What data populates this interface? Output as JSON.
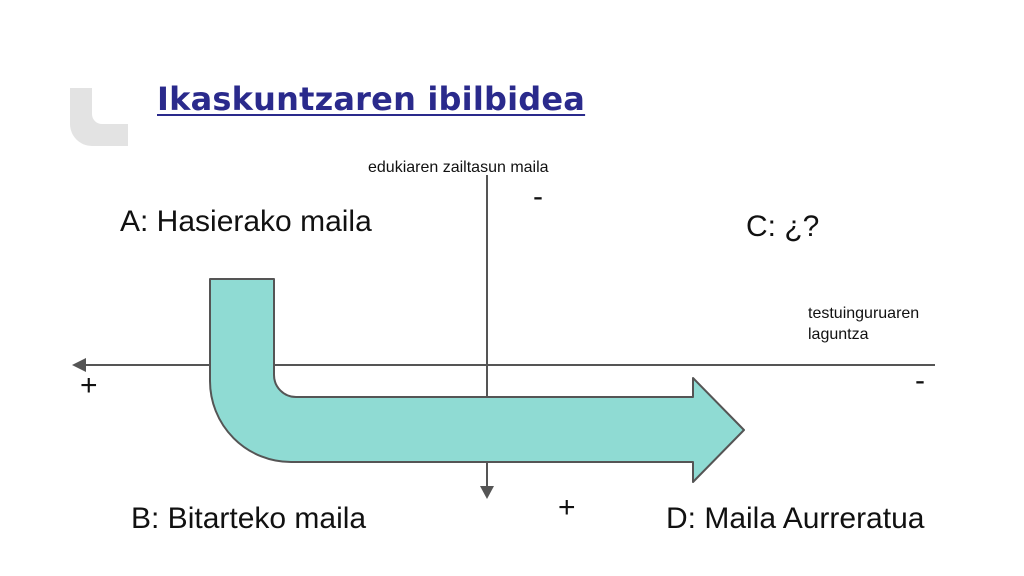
{
  "slide": {
    "title": "Ikaskuntzaren ibilbidea",
    "colors": {
      "title": "#2a2a8c",
      "arrow_fill": "#8fdbd3",
      "arrow_stroke": "#555555",
      "axis": "#555555",
      "deco": "#e3e3e3"
    }
  },
  "diagram": {
    "y_axis_label": "edukiaren zailtasun maila",
    "x_axis_label_line1": "testuinguruaren",
    "x_axis_label_line2": "laguntza",
    "y_top_sign": "-",
    "y_bottom_sign": "+",
    "x_left_sign": "+",
    "x_right_sign": "-",
    "quadrants": {
      "a": "A: Hasierako maila",
      "b": "B: Bitarteko maila",
      "c": "C: ¿?",
      "d": "D: Maila Aurreratua"
    }
  }
}
